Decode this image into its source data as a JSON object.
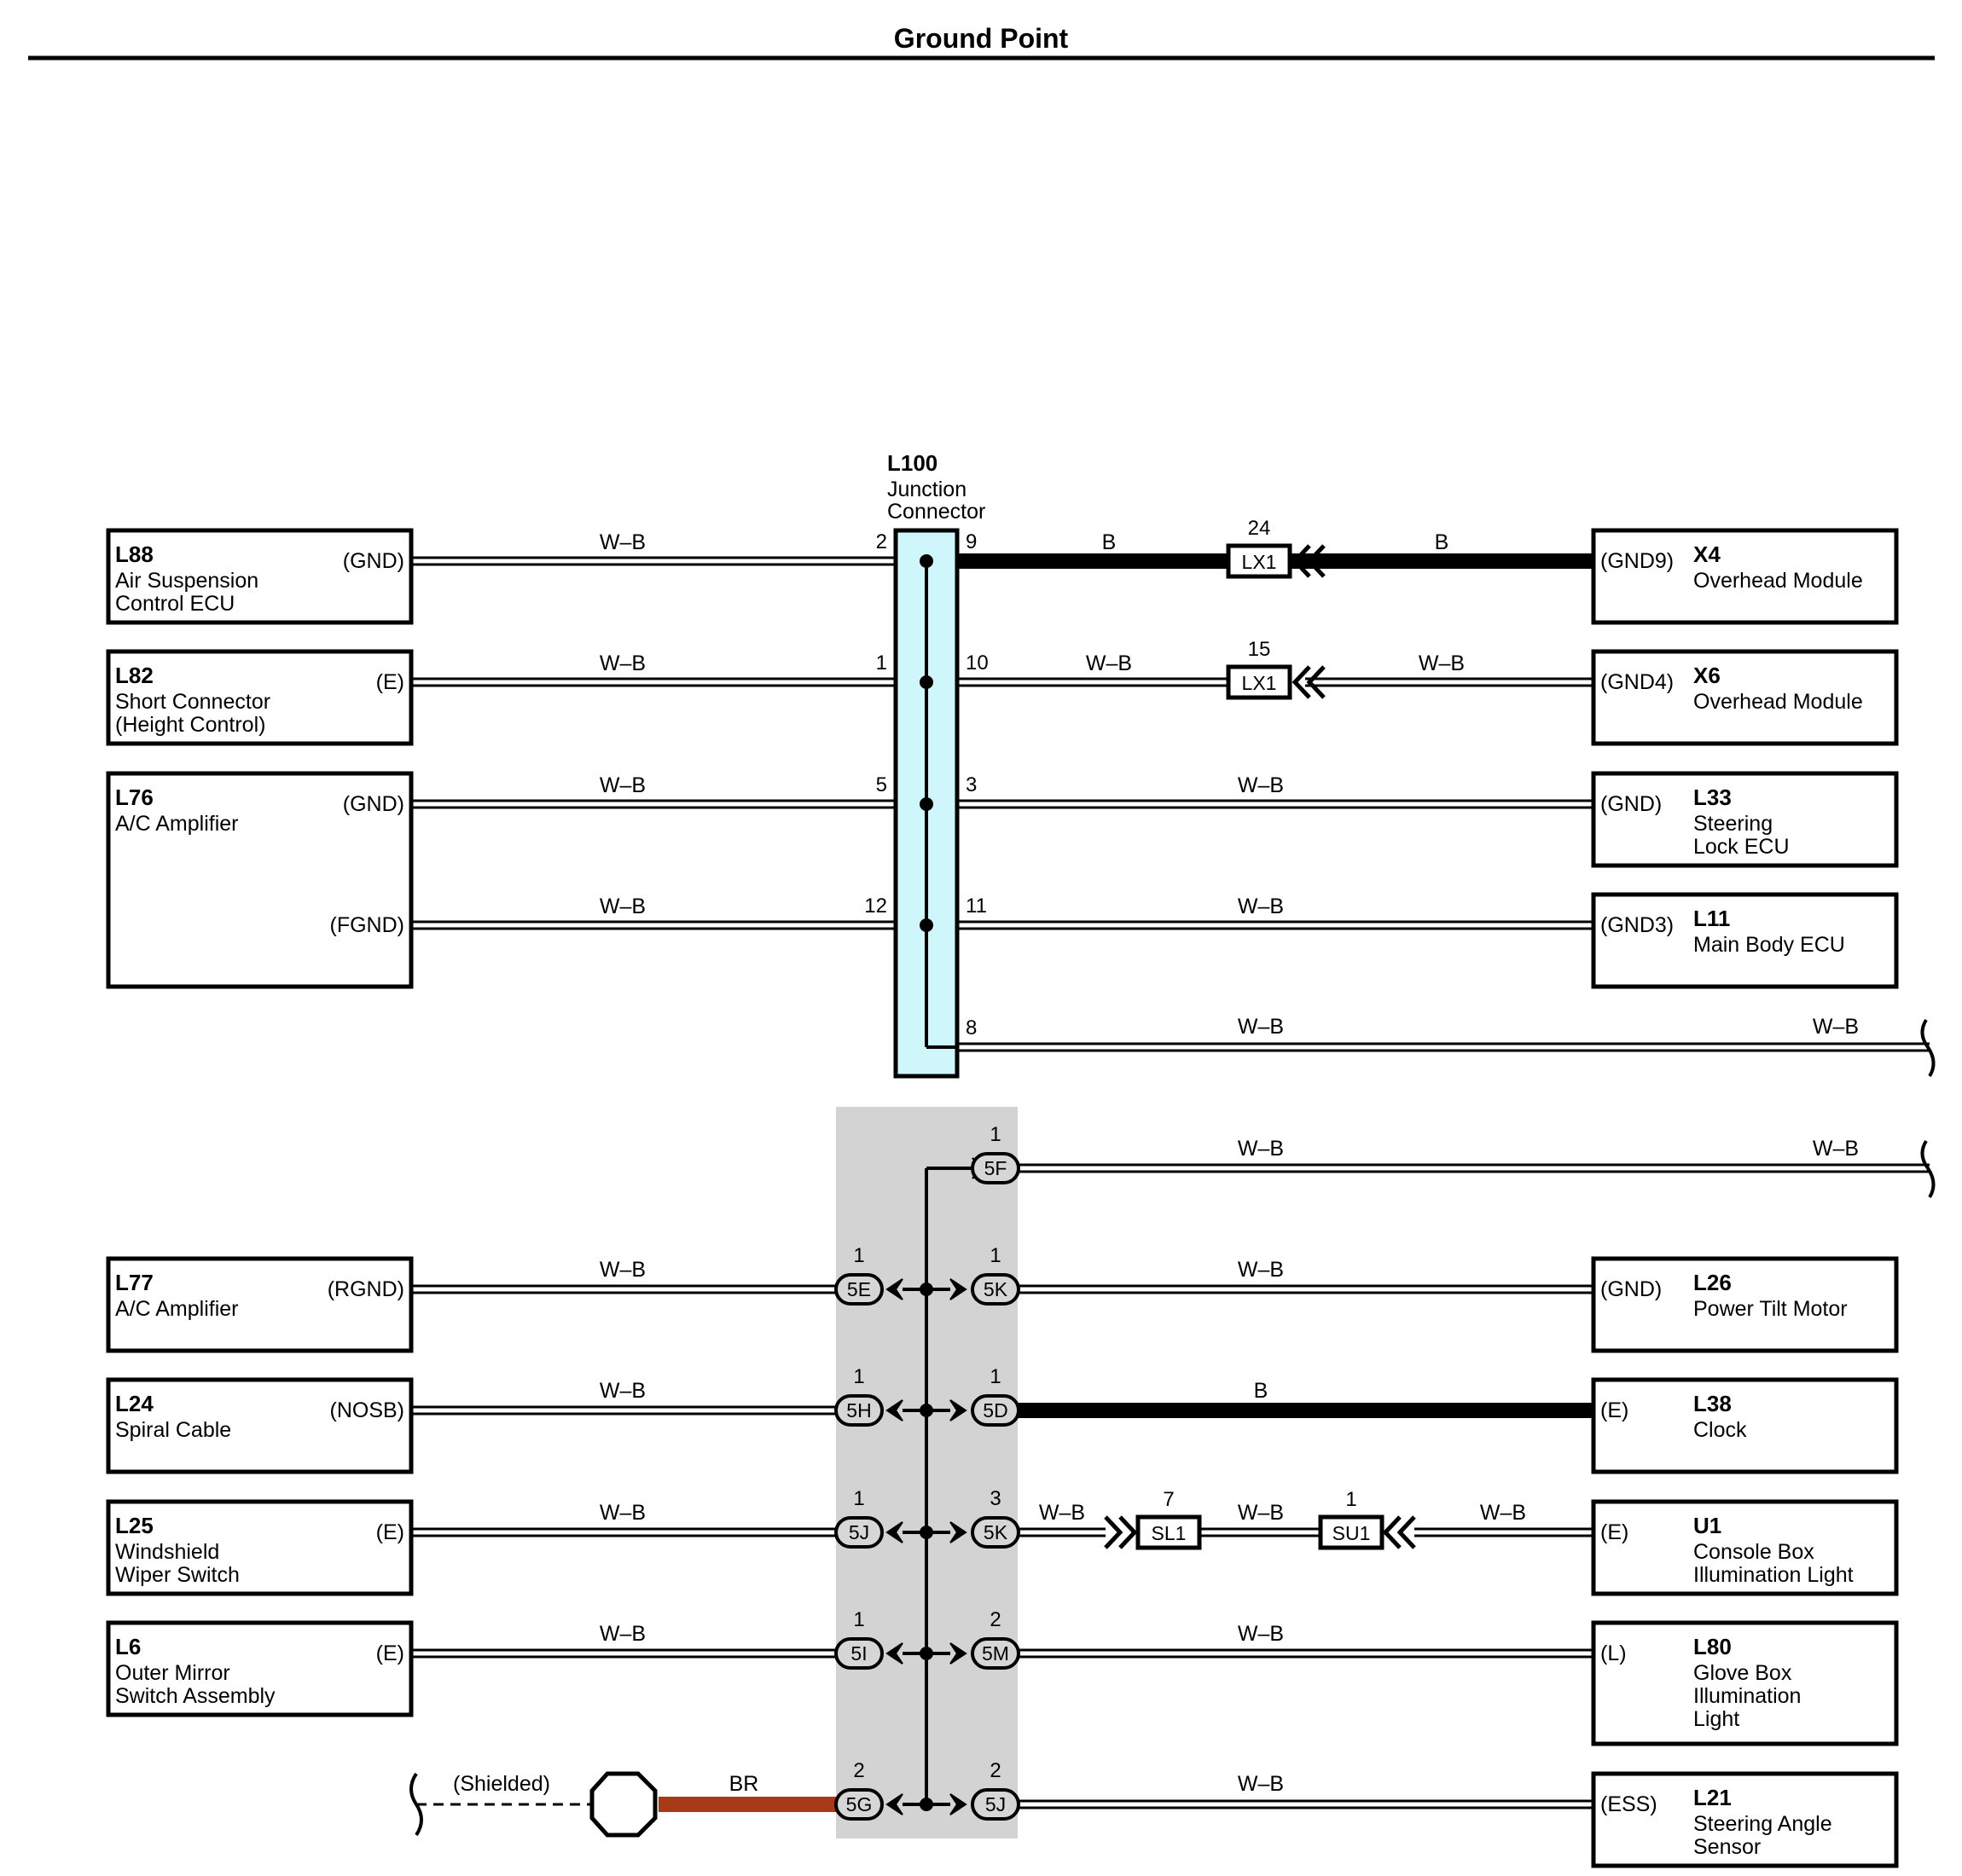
{
  "title": "Ground Point",
  "junction": {
    "code": "L100",
    "name_line1": "Junction",
    "name_line2": "Connector"
  },
  "components": {
    "L88": {
      "code": "L88",
      "line1": "Air Suspension",
      "line2": "Control ECU",
      "pin": "(GND)"
    },
    "L82": {
      "code": "L82",
      "line1": "Short Connector",
      "line2": "(Height Control)",
      "pin": "(E)"
    },
    "L76": {
      "code": "L76",
      "line1": "A/C Amplifier",
      "pin1": "(GND)",
      "pin2": "(FGND)"
    },
    "X4": {
      "code": "X4",
      "line1": "Overhead Module",
      "pin": "(GND9)"
    },
    "X6": {
      "code": "X6",
      "line1": "Overhead Module",
      "pin": "(GND4)"
    },
    "L33": {
      "code": "L33",
      "line1": "Steering",
      "line2": "Lock ECU",
      "pin": "(GND)"
    },
    "L11": {
      "code": "L11",
      "line1": "Main Body ECU",
      "pin": "(GND3)"
    },
    "L77": {
      "code": "L77",
      "line1": "A/C Amplifier",
      "pin": "(RGND)"
    },
    "L24": {
      "code": "L24",
      "line1": "Spiral Cable",
      "pin": "(NOSB)"
    },
    "L25": {
      "code": "L25",
      "line1": "Windshield",
      "line2": "Wiper Switch",
      "pin": "(E)"
    },
    "L6": {
      "code": "L6",
      "line1": "Outer Mirror",
      "line2": "Switch Assembly",
      "pin": "(E)"
    },
    "L26": {
      "code": "L26",
      "line1": "Power Tilt Motor",
      "pin": "(GND)"
    },
    "L38": {
      "code": "L38",
      "line1": "Clock",
      "pin": "(E)"
    },
    "U1": {
      "code": "U1",
      "line1": "Console Box",
      "line2": "Illumination Light",
      "pin": "(E)"
    },
    "L80": {
      "code": "L80",
      "line1": "Glove Box",
      "line2": "Illumination",
      "line3": "Light",
      "pin": "(L)"
    },
    "L21": {
      "code": "L21",
      "line1": "Steering Angle",
      "line2": "Sensor",
      "pin": "(ESS)"
    }
  },
  "wire_colors": {
    "wb": "W–B",
    "b": "B",
    "br": "BR"
  },
  "shielded": "(Shielded)",
  "junction_pins": {
    "r1l": "2",
    "r1r": "9",
    "r2l": "1",
    "r2r": "10",
    "r3l": "5",
    "r3r": "3",
    "r4l": "12",
    "r4r": "11",
    "r5r": "8"
  },
  "inline": {
    "lx1a": {
      "name": "LX1",
      "pin": "24"
    },
    "lx1b": {
      "name": "LX1",
      "pin": "15"
    },
    "sl1": {
      "name": "SL1",
      "pin": "7"
    },
    "su1": {
      "name": "SU1",
      "pin": "1"
    }
  },
  "splice": {
    "5F": {
      "name": "5F",
      "pin": "1"
    },
    "5E": {
      "name": "5E",
      "pin": "1"
    },
    "5Kr": {
      "name": "5K",
      "pin": "1"
    },
    "5H": {
      "name": "5H",
      "pin": "1"
    },
    "5D": {
      "name": "5D",
      "pin": "1"
    },
    "5Jl": {
      "name": "5J",
      "pin": "1"
    },
    "5K2": {
      "name": "5K",
      "pin": "3"
    },
    "5I": {
      "name": "5I",
      "pin": "1"
    },
    "5M": {
      "name": "5M",
      "pin": "2"
    },
    "5G": {
      "name": "5G",
      "pin": "2"
    },
    "5Jr": {
      "name": "5J",
      "pin": "2"
    }
  },
  "colors": {
    "junction_fill": "#cff6fa",
    "splice_bg": "#d3d3d3",
    "brown_wire": "#a83a1a"
  }
}
